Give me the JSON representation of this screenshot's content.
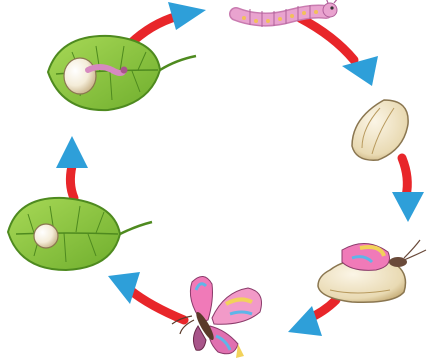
{
  "diagram": {
    "kind": "life-cycle",
    "cycle_direction": "clockwise",
    "stages": [
      {
        "id": "egg-on-leaf",
        "icon": "egg-on-leaf-icon"
      },
      {
        "id": "larva-hatching",
        "icon": "larva-hatching-leaf-icon"
      },
      {
        "id": "caterpillar",
        "icon": "caterpillar-icon"
      },
      {
        "id": "pupa",
        "icon": "pupa-icon"
      },
      {
        "id": "adult-emerging",
        "icon": "butterfly-emerging-icon"
      },
      {
        "id": "butterfly",
        "icon": "butterfly-icon"
      }
    ],
    "colors": {
      "arrow_shaft": "#e8262a",
      "arrow_head": "#2e9fd9",
      "leaf": "#8bc53f",
      "leaf_dark": "#4e8a1f",
      "egg": "#f2ead6",
      "caterpillar": "#e9a3cf",
      "cocoon": "#e8d9b0",
      "butterfly_pink": "#f07ab8",
      "butterfly_blue": "#5fb5e8"
    }
  }
}
